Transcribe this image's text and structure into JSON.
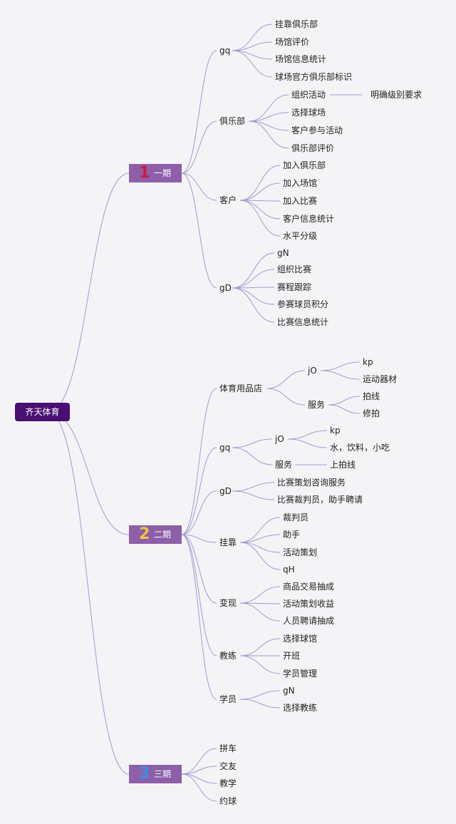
{
  "root": "齐天体育",
  "phases": [
    {
      "num": "1",
      "label": "一期",
      "num_color": "#d6183a",
      "branches": [
        {
          "label": "gq",
          "items": [
            {
              "label": "挂靠俱乐部"
            },
            {
              "label": "场馆评价"
            },
            {
              "label": "场馆信息统计"
            },
            {
              "label": "球场官方俱乐部标识"
            }
          ]
        },
        {
          "label": "俱乐部",
          "items": [
            {
              "label": "组织活动",
              "children": [
                "明确级别要求"
              ]
            },
            {
              "label": "选择球场"
            },
            {
              "label": "客户参与活动"
            },
            {
              "label": "俱乐部评价"
            }
          ]
        },
        {
          "label": "客户",
          "items": [
            {
              "label": "加入俱乐部"
            },
            {
              "label": "加入场馆"
            },
            {
              "label": "加入比赛"
            },
            {
              "label": "客户信息统计"
            },
            {
              "label": "水平分级"
            }
          ]
        },
        {
          "label": "gD",
          "items": [
            {
              "label": "gN"
            },
            {
              "label": "组织比赛"
            },
            {
              "label": "赛程跟踪"
            },
            {
              "label": "参赛球员积分"
            },
            {
              "label": "比赛信息统计"
            }
          ]
        }
      ]
    },
    {
      "num": "2",
      "label": "二期",
      "num_color": "#f2c43c",
      "branches": [
        {
          "label": "体育用品店",
          "items": [
            {
              "label": "jO",
              "children": [
                "kp",
                "运动器材"
              ]
            },
            {
              "label": "服务",
              "children": [
                "拍线",
                "修拍"
              ]
            }
          ]
        },
        {
          "label": "gq",
          "items": [
            {
              "label": "jO",
              "children": [
                "kp",
                "水，饮料，小吃"
              ]
            },
            {
              "label": "服务",
              "children": [
                "上拍线"
              ]
            }
          ]
        },
        {
          "label": "gD",
          "items": [
            {
              "label": "比赛策划咨询服务"
            },
            {
              "label": "比赛裁判员，助手聘请"
            }
          ]
        },
        {
          "label": "挂靠",
          "items": [
            {
              "label": "裁判员"
            },
            {
              "label": "助手"
            },
            {
              "label": "活动策划"
            },
            {
              "label": "qH"
            }
          ]
        },
        {
          "label": "变现",
          "items": [
            {
              "label": "商品交易抽成"
            },
            {
              "label": "活动策划收益"
            },
            {
              "label": "人员聘请抽成"
            }
          ]
        },
        {
          "label": "教练",
          "items": [
            {
              "label": "选择球馆"
            },
            {
              "label": "开班"
            },
            {
              "label": "学员管理"
            }
          ]
        },
        {
          "label": "学员",
          "items": [
            {
              "label": "gN"
            },
            {
              "label": "选择教练"
            }
          ]
        }
      ]
    },
    {
      "num": "3",
      "label": "三期",
      "num_color": "#3b8fe0",
      "branches": [
        {
          "label": "拼车",
          "items": []
        },
        {
          "label": "交友",
          "items": []
        },
        {
          "label": "教学",
          "items": []
        },
        {
          "label": "约球",
          "items": []
        }
      ]
    }
  ],
  "colors": {
    "line": "#a69ad0",
    "root_bg": "#4a0f72",
    "phase_bg": "#8e5fa9"
  }
}
